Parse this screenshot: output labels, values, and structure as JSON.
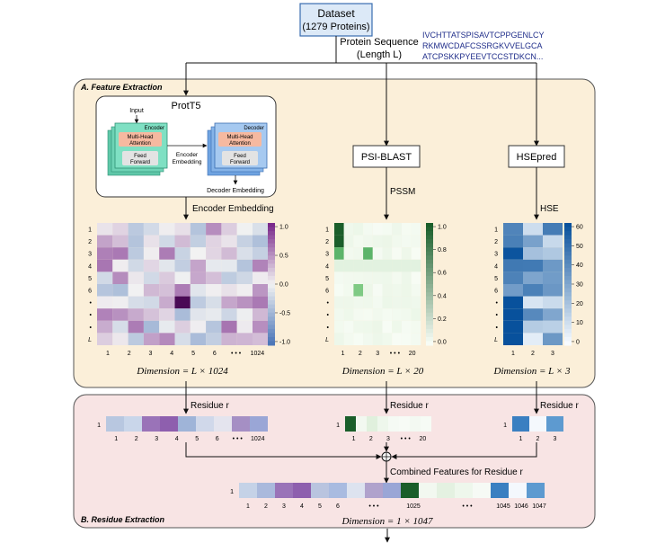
{
  "dataset": {
    "title": "Dataset",
    "count": "(1279 Proteins)"
  },
  "protein_sequence": {
    "label": "Protein Sequence",
    "length": "(Length L)",
    "lines": [
      "IVCHTTATSPISAVTCPPGENLCY",
      "RKMWCDAFCSSRGKVVELGCA",
      "ATCPSKKPYEEVTCCSTDKCN..."
    ]
  },
  "sections": {
    "feature_extraction": "A. Feature Extraction",
    "residue_extraction": "B. Residue Extraction"
  },
  "prott5": {
    "title": "ProtT5",
    "input": "Input",
    "encoder": "Encoder",
    "decoder": "Decoder",
    "mha": "Multi-Head Attention",
    "ff": "Feed Forward",
    "encoder_embedding_arrow": "Encoder Embedding",
    "decoder_embedding": "Decoder Embedding"
  },
  "tools": {
    "psiblast": "PSI-BLAST",
    "hsepred": "HSEpred"
  },
  "outputs": {
    "encoder_embedding": "Encoder Embedding",
    "pssm": "PSSM",
    "hse": "HSE"
  },
  "heatmaps": {
    "prot": {
      "row_labels": [
        "1",
        "2",
        "3",
        "4",
        "5",
        "6",
        "•",
        "•",
        "•",
        "L"
      ],
      "col_labels": [
        "1",
        "2",
        "3",
        "4",
        "5",
        "6",
        "• • •",
        "1024"
      ],
      "colorbar_ticks": [
        "1.0",
        "0.5",
        "0.0",
        "-0.5",
        "-1.0"
      ],
      "dimension": "Dimension = L × 1024"
    },
    "pssm": {
      "row_labels": [
        "1",
        "2",
        "3",
        "4",
        "5",
        "6",
        "•",
        "•",
        "•",
        "L"
      ],
      "col_labels": [
        "1",
        "2",
        "3",
        "• • •",
        "20"
      ],
      "colorbar_ticks": [
        "1.0",
        "0.8",
        "0.6",
        "0.4",
        "0.2",
        "0.0"
      ],
      "dimension": "Dimension = L × 20"
    },
    "hse": {
      "row_labels": [
        "1",
        "2",
        "3",
        "4",
        "5",
        "6",
        "•",
        "•",
        "•",
        "L"
      ],
      "col_labels": [
        "1",
        "2",
        "3"
      ],
      "colorbar_ticks": [
        "60",
        "50",
        "40",
        "30",
        "20",
        "10",
        "0"
      ],
      "dimension": "Dimension = L × 3"
    }
  },
  "residue": {
    "label": "Residue r",
    "row_label": "1",
    "prot_cols": [
      "1",
      "2",
      "3",
      "4",
      "5",
      "6",
      "• • •",
      "1024"
    ],
    "pssm_cols": [
      "1",
      "2",
      "3",
      "• • •",
      "20"
    ],
    "hse_cols": [
      "1",
      "2",
      "3"
    ]
  },
  "combined": {
    "label": "Combined Features for Residue r",
    "row_label": "1",
    "cols": [
      "1",
      "2",
      "3",
      "4",
      "5",
      "6",
      "• • •",
      "1025",
      "• • •",
      "1045",
      "1046",
      "1047"
    ],
    "dimension": "Dimension = 1 × 1047"
  },
  "colors": {
    "purple": "#7b2a8b",
    "green": "#1a5e2a",
    "blue": "#2166ac",
    "dataset_box": "#dce9f7",
    "panel_a": "#fbefd9",
    "panel_b": "#f8e4e4"
  }
}
